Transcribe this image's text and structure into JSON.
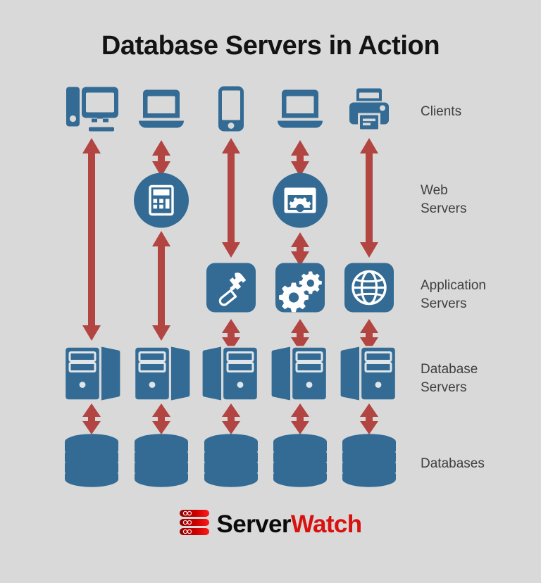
{
  "page": {
    "title": "Database Servers in Action",
    "background_color": "#d9d9d9"
  },
  "palette": {
    "icon_blue": "#336b94",
    "arrow_red": "#b24441",
    "title_black": "#131313",
    "label_gray": "#3f3f3f",
    "brand_red": "#d8120f",
    "brand_black": "#0a0a0a",
    "background": "#d9d9d9"
  },
  "tiers": [
    {
      "key": "clients",
      "label": "Clients"
    },
    {
      "key": "web",
      "label": "Web\nServers",
      "line1": "Web",
      "line2": "Servers"
    },
    {
      "key": "application",
      "label": "Application\nServers",
      "line1": "Application",
      "line2": "Servers"
    },
    {
      "key": "database",
      "label": "Database\nServers",
      "line1": "Database",
      "line2": "Servers"
    },
    {
      "key": "databases",
      "label": "Databases"
    }
  ],
  "columns": [
    {
      "index": 1,
      "client_icon": "desktop-computer-icon",
      "web_server_icon": null,
      "app_server_icon": null,
      "database_server_icon": "server-tower-icon",
      "database_icon": "database-cylinder-icon",
      "connections": [
        "client-to-database-server",
        "database-server-to-database"
      ]
    },
    {
      "index": 2,
      "client_icon": "laptop-icon",
      "web_server_icon": "calculator-icon",
      "app_server_icon": null,
      "database_server_icon": "server-tower-icon",
      "database_icon": "database-cylinder-icon",
      "connections": [
        "client-to-web-server",
        "web-server-to-database-server",
        "database-server-to-database"
      ]
    },
    {
      "index": 3,
      "client_icon": "smartphone-icon",
      "web_server_icon": null,
      "app_server_icon": "hammer-icon",
      "database_server_icon": "server-tower-icon",
      "database_icon": "database-cylinder-icon",
      "connections": [
        "client-to-application-server",
        "application-server-to-database-server",
        "database-server-to-database"
      ]
    },
    {
      "index": 4,
      "client_icon": "laptop-icon",
      "web_server_icon": "browser-gear-icon",
      "app_server_icon": "gears-icon",
      "database_server_icon": "server-tower-icon",
      "database_icon": "database-cylinder-icon",
      "connections": [
        "client-to-web-server",
        "web-server-to-application-server",
        "application-server-to-database-server",
        "database-server-to-database"
      ]
    },
    {
      "index": 5,
      "client_icon": "printer-icon",
      "web_server_icon": null,
      "app_server_icon": "globe-icon",
      "database_server_icon": "server-tower-icon",
      "database_icon": "database-cylinder-icon",
      "connections": [
        "client-to-application-server",
        "application-server-to-database-server",
        "database-server-to-database"
      ]
    }
  ],
  "brand": {
    "icon": "server-rack-icon",
    "text_primary": "Server",
    "text_secondary": "Watch"
  }
}
